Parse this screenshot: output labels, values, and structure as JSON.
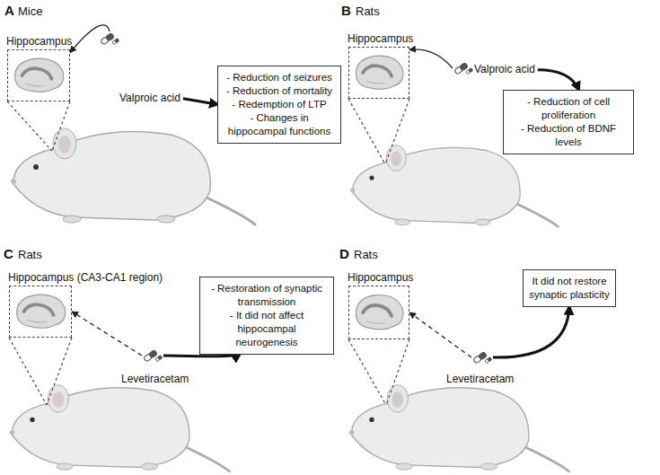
{
  "diagram": {
    "nodes": [
      {
        "text": [
          "Hippocampus"
        ]
      },
      {
        "text": [
          "Valproic acid"
        ]
      },
      {
        "text": [
          "- Reduction of seizures",
          "- Reduction of mortality",
          "- Redemption of LTP",
          "- Changes in hippocampal functions"
        ]
      },
      {
        "text": [
          "Hippocampus"
        ]
      },
      {
        "text": [
          "Valproic acid"
        ]
      },
      {
        "text": [
          "- Reduction of cell proliferation",
          "- Reduction of BDNF levels"
        ]
      },
      {
        "text": [
          "Hippocampus (CA3-CA1 region)"
        ]
      },
      {
        "text": [
          "Levetiracetam"
        ]
      },
      {
        "text": [
          "- Restoration of synaptic transmission",
          "- It did not affect hippocampal neurogenesis"
        ]
      },
      {
        "text": [
          "Hippocampus"
        ]
      },
      {
        "text": [
          "Levetiracetam"
        ]
      },
      {
        "text": [
          "It did not restore synaptic plasticity"
        ]
      }
    ],
    "edges": [
      {
        "from": 1,
        "to": 0,
        "arrow": "to"
      },
      {
        "from": 1,
        "to": 2,
        "arrow": "to"
      },
      {
        "from": 4,
        "to": 3,
        "arrow": "to"
      },
      {
        "from": 4,
        "to": 5,
        "arrow": "to"
      },
      {
        "from": 7,
        "to": 6,
        "arrow": "to"
      },
      {
        "from": 7,
        "to": 8,
        "arrow": "to"
      },
      {
        "from": 10,
        "to": 9,
        "arrow": "to"
      },
      {
        "from": 10,
        "to": 11,
        "arrow": "to"
      }
    ],
    "labels": [
      "A",
      "Mice",
      "B",
      "Rats",
      "C",
      "Rats",
      "D",
      "Rats"
    ]
  }
}
